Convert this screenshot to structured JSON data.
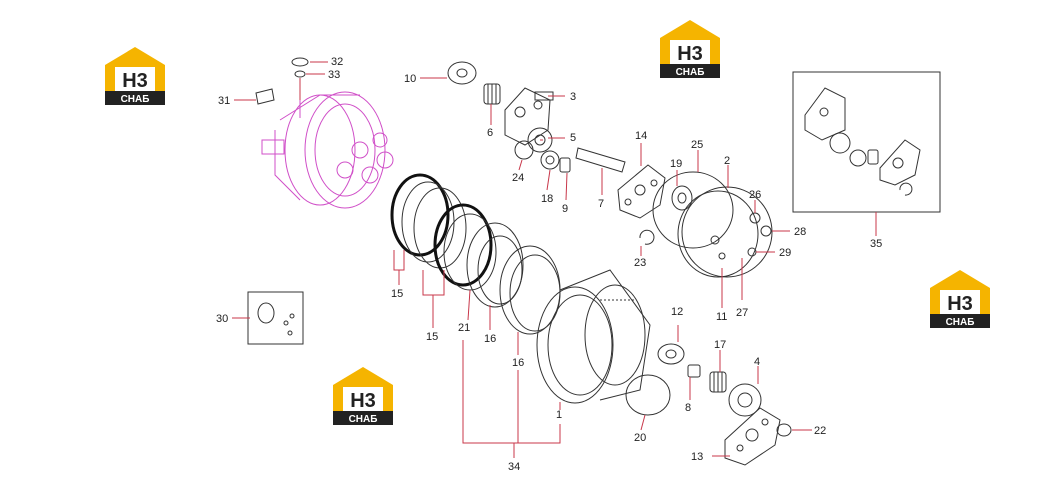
{
  "watermark": {
    "letters": "H3",
    "caption": "СНАБ",
    "colors": {
      "gold": "#f5b400",
      "dark": "#222222",
      "white": "#ffffff"
    }
  },
  "callouts": [
    "1",
    "2",
    "3",
    "4",
    "5",
    "6",
    "7",
    "8",
    "9",
    "10",
    "11",
    "12",
    "13",
    "14",
    "15",
    "15",
    "16",
    "16",
    "17",
    "18",
    "19",
    "20",
    "21",
    "22",
    "23",
    "24",
    "25",
    "26",
    "27",
    "28",
    "29",
    "30",
    "31",
    "32",
    "33",
    "34",
    "35"
  ],
  "colors": {
    "leader": "#c8374a",
    "assembly": "#d04fc8",
    "line": "#333333"
  }
}
